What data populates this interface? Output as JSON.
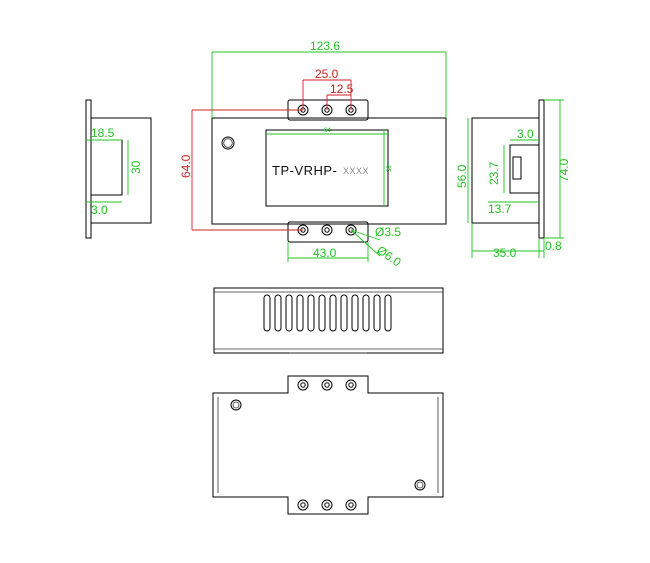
{
  "colors": {
    "outline": "#000000",
    "dimension_green": "#21c321",
    "dimension_red": "#d01f1f"
  },
  "front_view": {
    "label_prefix": "TP-VRHP-",
    "label_suffix": "XXXX",
    "dims": {
      "overall_width": "123.6",
      "hole_pitch_outer": "25.0",
      "hole_pitch_inner": "12.5",
      "body_height": "64.0",
      "label_width": "64",
      "label_height": "38",
      "hole_small": "Ø3.5",
      "hole_large": "Ø6.0",
      "bottom_span": "43.0"
    }
  },
  "left_view": {
    "dims": {
      "top": "18.5",
      "height": "30",
      "bottom": "3.0"
    }
  },
  "right_view": {
    "dims": {
      "top_small": "3.0",
      "connector_height": "23.7",
      "overall_height": "74.0",
      "body_height": "56.0",
      "connector_offset": "13.7",
      "depth": "35.0",
      "flange": "0.8"
    }
  }
}
